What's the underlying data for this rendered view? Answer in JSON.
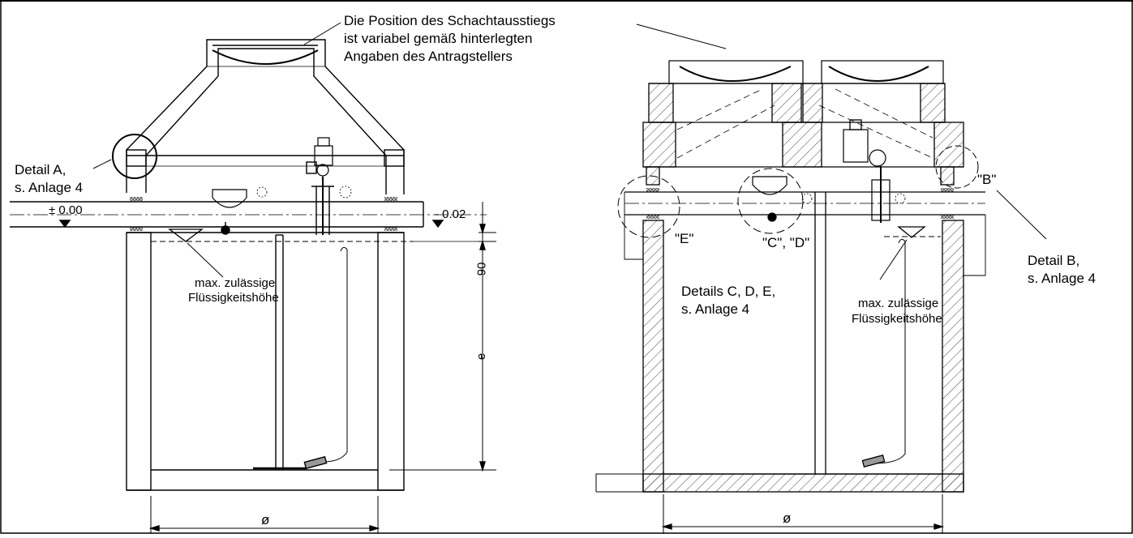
{
  "header_note": {
    "line1": "Die Position des Schachtausstiegs",
    "line2": "ist variabel gemäß hinterlegten",
    "line3": "Angaben des Antragstellers"
  },
  "left_drawing": {
    "detail_a": {
      "line1": "Detail A,",
      "line2": "s. Anlage 4"
    },
    "level_zero": "± 0.00",
    "level_minus": "- 0.02",
    "max_level": {
      "line1": "max. zulässige",
      "line2": "Flüssigkeitshöhe"
    },
    "dim_90": "90",
    "dim_e": "e",
    "dim_diameter": "ø"
  },
  "right_drawing": {
    "label_e": "\"E\"",
    "label_cd": "\"C\", \"D\"",
    "label_b": "\"B\"",
    "detail_b": {
      "line1": "Detail B,",
      "line2": "s. Anlage 4"
    },
    "details_cde": {
      "line1": "Details C, D, E,",
      "line2": "s. Anlage 4"
    },
    "max_level": {
      "line1": "max. zulässige",
      "line2": "Flüssigkeitshöhe"
    },
    "dim_diameter": "ø"
  }
}
